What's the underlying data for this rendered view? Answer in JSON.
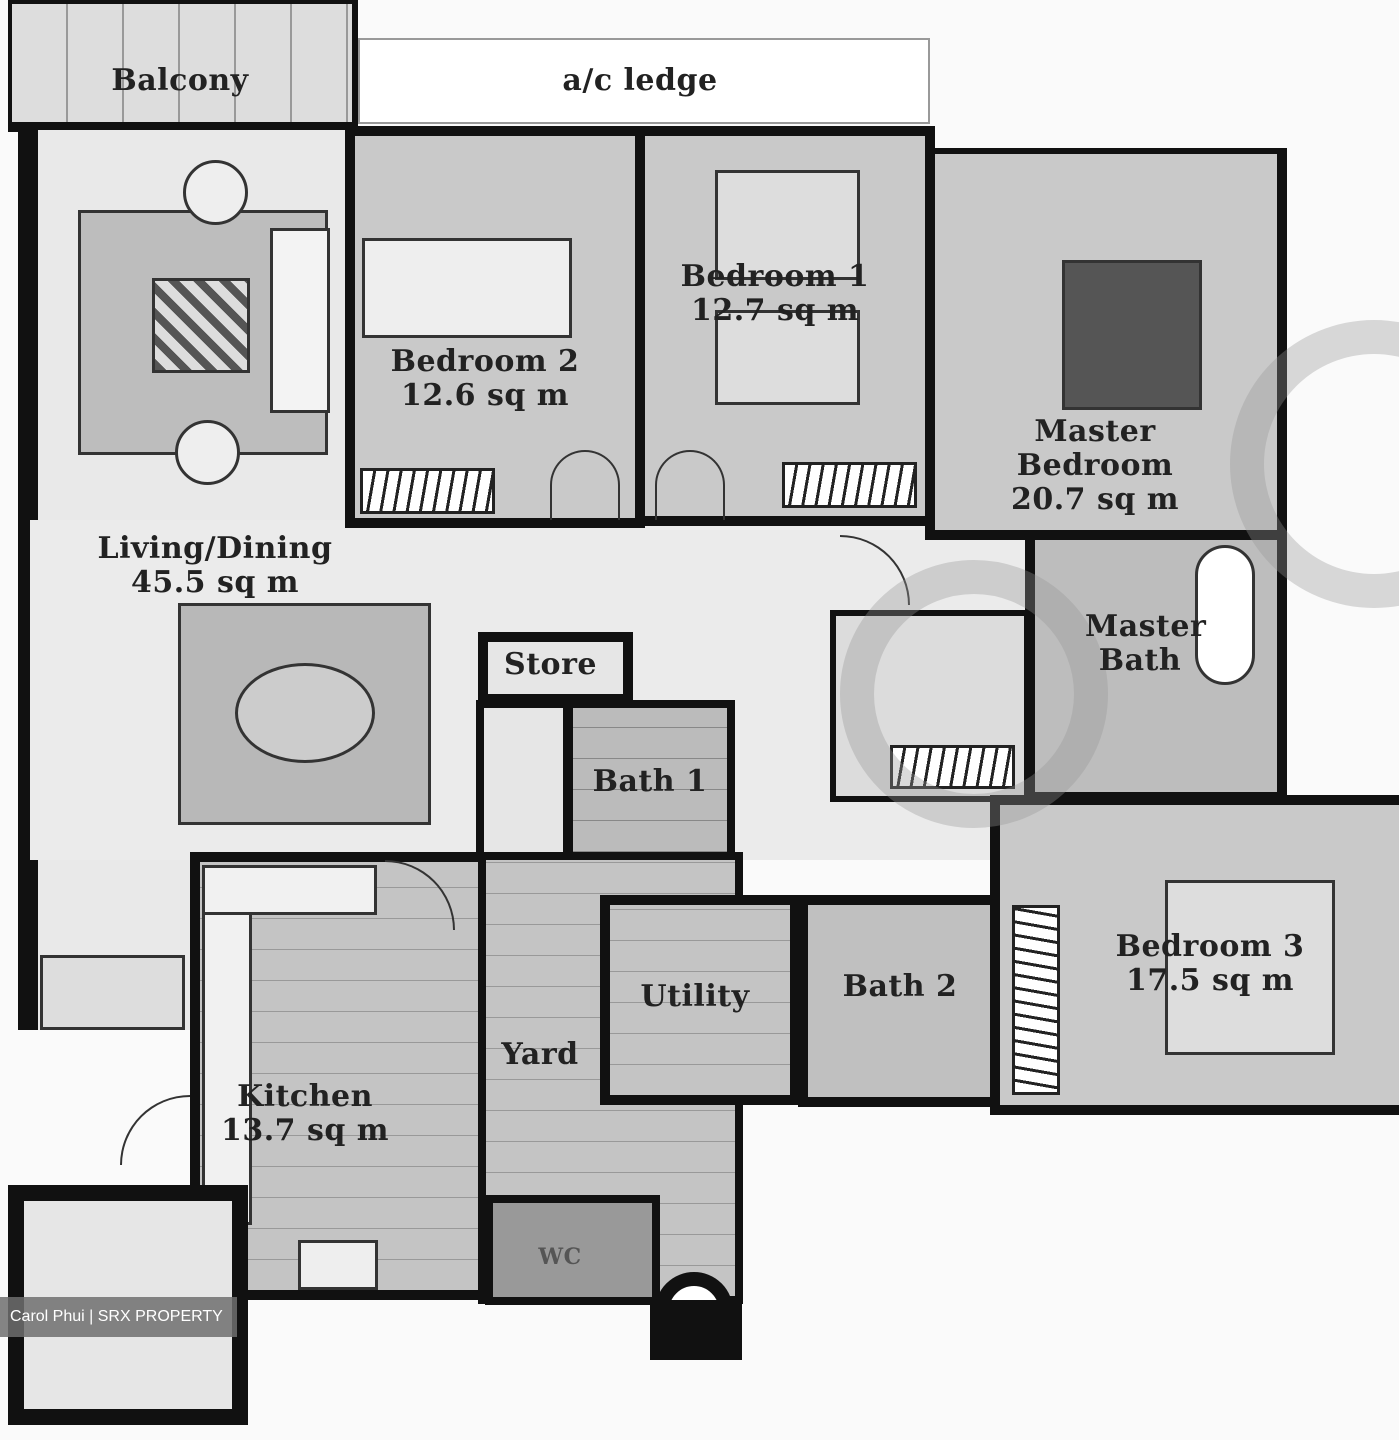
{
  "rooms": {
    "balcony": {
      "name": "Balcony"
    },
    "ac_ledge": {
      "name": "a/c ledge"
    },
    "bedroom2": {
      "name": "Bedroom 2",
      "area": "12.6 sq m"
    },
    "bedroom1": {
      "name": "Bedroom 1",
      "area": "12.7 sq m"
    },
    "master_bedroom": {
      "name": "Master Bedroom",
      "area": "20.7 sq m"
    },
    "living_dining": {
      "name": "Living/Dining",
      "area": "45.5 sq m"
    },
    "store": {
      "name": "Store"
    },
    "master_bath": {
      "name": "Master Bath"
    },
    "bath1": {
      "name": "Bath 1"
    },
    "bath2": {
      "name": "Bath 2"
    },
    "utility": {
      "name": "Utility"
    },
    "yard": {
      "name": "Yard"
    },
    "wc": {
      "name": "WC"
    },
    "kitchen": {
      "name": "Kitchen",
      "area": "13.7 sq m"
    },
    "bedroom3": {
      "name": "Bedroom 3",
      "area": "17.5 sq m"
    }
  },
  "credit": "Carol Phui | SRX PROPERTY",
  "colors": {
    "wall": "#111111",
    "floor": "#c9c9c9",
    "background": "#fafafa"
  }
}
